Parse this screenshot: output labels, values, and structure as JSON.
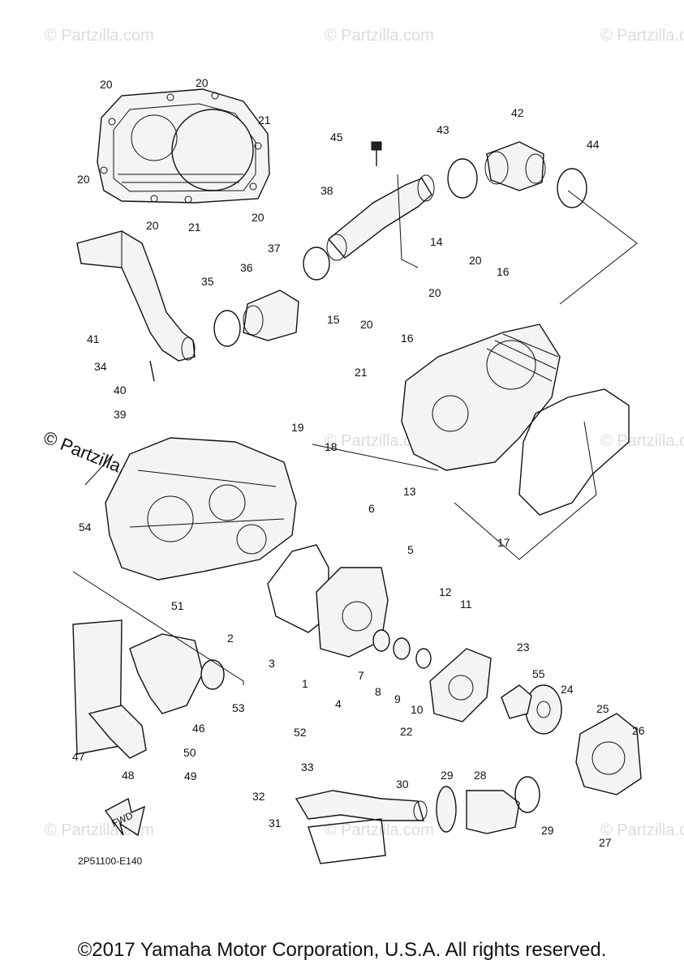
{
  "diagram": {
    "figure_code": "2P51100-E140",
    "fwd_label": "FWD",
    "watermark_text": "© Partzilla.com",
    "copyright": "©2017 Yamaha Motor Corporation, U.S.A. All rights reserved.",
    "callouts": [
      "20",
      "20",
      "21",
      "20",
      "20",
      "21",
      "20",
      "45",
      "43",
      "42",
      "44",
      "38",
      "14",
      "37",
      "36",
      "35",
      "41",
      "34",
      "40",
      "39",
      "20",
      "16",
      "20",
      "15",
      "20",
      "16",
      "21",
      "19",
      "18",
      "13",
      "17",
      "6",
      "54",
      "5",
      "12",
      "11",
      "51",
      "2",
      "3",
      "1",
      "7",
      "8",
      "9",
      "23",
      "55",
      "24",
      "10",
      "4",
      "53",
      "46",
      "52",
      "22",
      "25",
      "26",
      "47",
      "50",
      "48",
      "49",
      "33",
      "30",
      "29",
      "28",
      "32",
      "31",
      "29",
      "27"
    ]
  }
}
